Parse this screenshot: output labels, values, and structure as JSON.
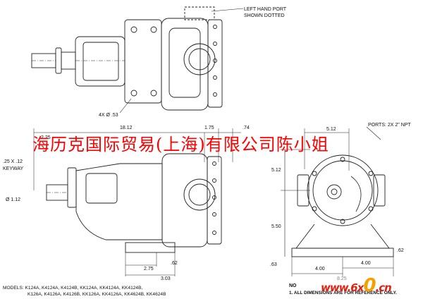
{
  "top_view": {
    "port_note_line1": "LEFT HAND PORT",
    "port_note_line2": "SHOWN DOTTED",
    "bolt_holes": "4X Ø .53"
  },
  "side_view": {
    "dim_overall": "18.12",
    "dim_1_75": "1.75",
    "dim_0_74": ".74",
    "dim_2_25": "2.25",
    "keyway_line1": ".25 X .12",
    "keyway_line2": "KEYWAY",
    "shaft_dia": "Ø 1.12",
    "dim_2_75": "2.75",
    "dim_0_62": ".62",
    "dim_3_03": "3.03"
  },
  "end_view": {
    "dim_5_12_top": "5.12",
    "ports_note": "PORTS: 2X 2\" NPT",
    "dim_5_12_side": "5.12",
    "dim_5_50": "5.50",
    "dim_0_62": ".62",
    "dim_0_63": ".63",
    "dim_4_00_a": "4.00",
    "dim_4_00_b": "4.00",
    "dim_hidden": "8.25",
    "notes_title": "NO"
  },
  "banner_text": "海历克国际贸易(上海)有限公司陈小姐",
  "models": {
    "line1": "MODELS: K124A, K4124A, K4124B, KK124A, KK4124A, KK4124B,",
    "line2": "K126A, K4126A, K4126B, KK126A, KK4126A, KK4624B, KK4624B"
  },
  "note_1": "1. ALL DIMENSIONS ARE FOR REFERENCE ONLY.",
  "watermark": {
    "main_a": "www.6x",
    "main_dot": "0",
    "main_b": ".cn",
    "text": "www.6x0.cn"
  },
  "colors": {
    "line": "#222222",
    "banner": "#ff0000",
    "watermark": "#e02010",
    "watermark_dot": "#f4a000"
  }
}
